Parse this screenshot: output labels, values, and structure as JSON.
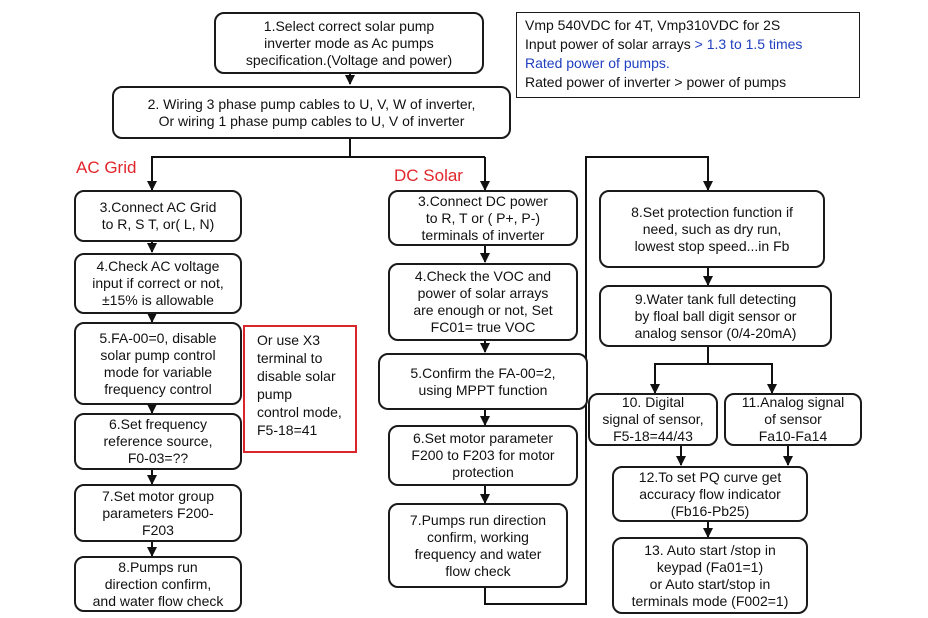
{
  "notes": {
    "line1": "Vmp 540VDC for 4T, Vmp310VDC for 2S",
    "line2_a": "Input power of solar arrays ",
    "line2_b": "> 1.3 to 1.5 times",
    "line3": "Rated power of pumps.",
    "line4": "Rated power of inverter > power of pumps",
    "accent_color": "#1f3fbf"
  },
  "headings": {
    "ac_grid": "AC Grid",
    "dc_solar": "DC Solar",
    "color": "#e1262c"
  },
  "steps": {
    "s1": "1.Select correct solar pump\ninverter mode as Ac pumps\nspecification.(Voltage and power)",
    "s2": "2. Wiring 3 phase pump cables to U, V, W of inverter,\nOr wiring 1 phase pump cables to U, V of inverter"
  },
  "ac_grid": {
    "s3": "3.Connect  AC Grid\nto R, S T, or( L, N)",
    "s4": "4.Check AC voltage\ninput if correct or not,\n±15% is allowable",
    "s5": "5.FA-00=0, disable\nsolar pump control\nmode for variable\nfrequency control",
    "s6": "6.Set frequency\nreference source,\nF0-03=??",
    "s7": "7.Set motor group\nparameters F200-\nF203",
    "s8": "8.Pumps run\ndirection confirm,\nand water flow check",
    "alt": "Or use X3\nterminal to\ndisable solar\npump\ncontrol mode,\nF5-18=41"
  },
  "dc_solar": {
    "s3": "3.Connect DC power\nto R, T or ( P+, P-)\nterminals of inverter",
    "s4": "4.Check the VOC and\npower of solar arrays\nare enough or not, Set\nFC01= true VOC",
    "s5": "5.Confirm the FA-00=2,\nusing MPPT function",
    "s6": "6.Set motor parameter\nF200 to F203 for motor\nprotection",
    "s7": "7.Pumps run direction\nconfirm, working\nfrequency and  water\nflow check"
  },
  "protection": {
    "s8": "8.Set protection function if\nneed, such as dry run,\nlowest stop speed...in Fb",
    "s9": "9.Water tank full detecting\nby floal ball digit sensor or\nanalog sensor (0/4-20mA)",
    "s10": "10. Digital\nsignal of sensor,\nF5-18=44/43",
    "s11": "11.Analog signal\nof sensor\nFa10-Fa14",
    "s12": "12.To set PQ curve get\naccuracy flow indicator\n(Fb16-Pb25)",
    "s13": "13. Auto start /stop in\nkeypad (Fa01=1)\nor Auto start/stop in\nterminals mode (F002=1)"
  }
}
